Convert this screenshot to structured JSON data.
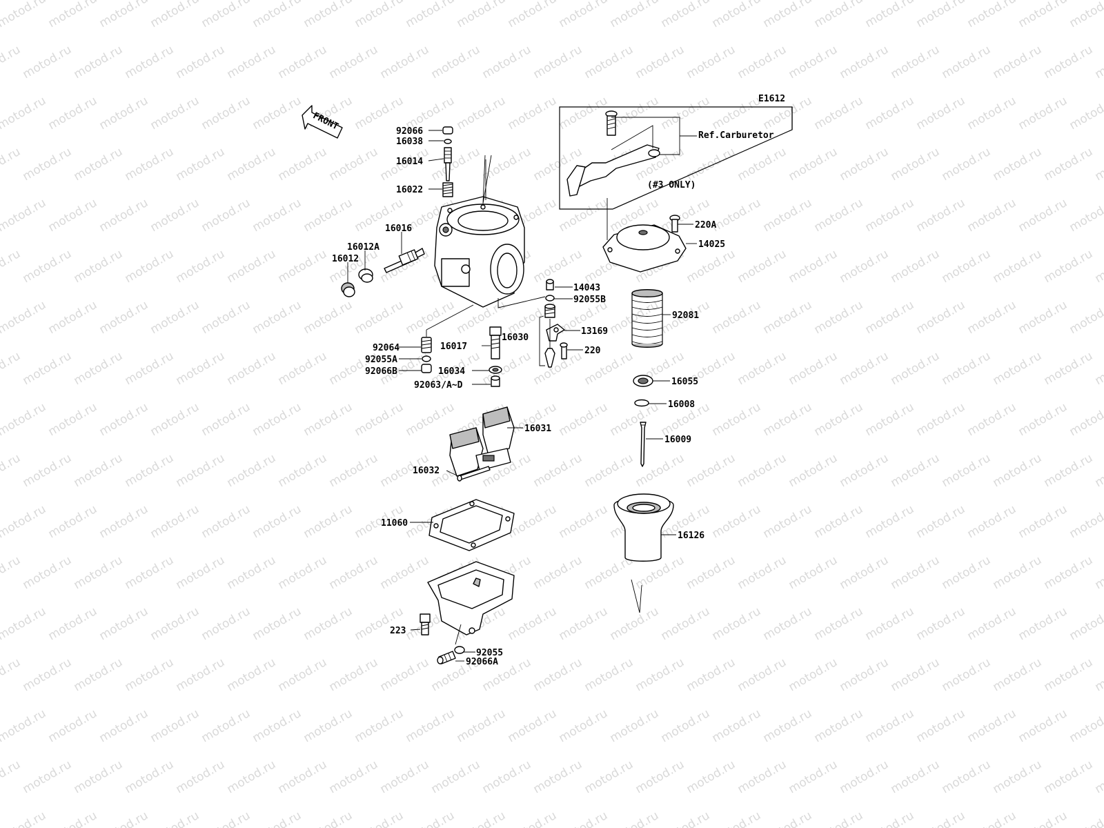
{
  "watermark": "motod.ru",
  "diagram_code": "E1612",
  "front_label": "FRONT",
  "ref_box": {
    "ref_label": "Ref.Carburetor",
    "note_label": "(#3 ONLY)"
  },
  "labels": {
    "p92066": "92066",
    "p16038": "16038",
    "p16014": "16014",
    "p16022": "16022",
    "p16016": "16016",
    "p16012A": "16012A",
    "p16012": "16012",
    "p14043": "14043",
    "p92055B": "92055B",
    "p16030": "16030",
    "p13169": "13169",
    "p220": "220",
    "p92064": "92064",
    "p16017": "16017",
    "p92055A": "92055A",
    "p92066B": "92066B",
    "p16034": "16034",
    "p92063": "92063/A~D",
    "p16031": "16031",
    "p16032": "16032",
    "p11060": "11060",
    "p223": "223",
    "p92055": "92055",
    "p92066A": "92066A",
    "p220A": "220A",
    "p14025": "14025",
    "p92081": "92081",
    "p16055": "16055",
    "p16008": "16008",
    "p16009": "16009",
    "p16126": "16126"
  }
}
